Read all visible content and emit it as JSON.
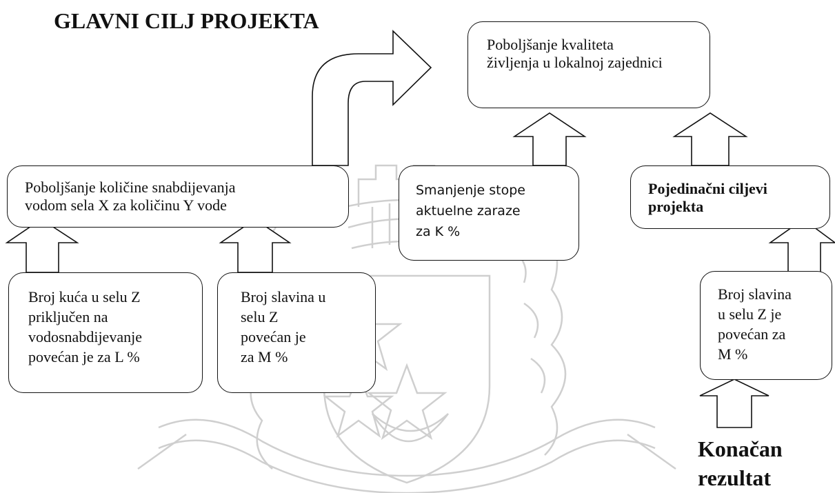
{
  "diagram": {
    "title": "GLAVNI CILJ PROJEKTA",
    "goal_box": {
      "text": "Poboljšanje kvaliteta\nživljenja u lokalnoj zajednici"
    },
    "objective_water_box": {
      "text": "Poboljšanje količine snabdijevanja\nvodom sela X za količinu Y vode"
    },
    "objective_infection_box": {
      "text": "Smanjenje stope\naktuelne zaraze\nza K %"
    },
    "specific_objectives_box": {
      "text": "Pojedinačni ciljevi\nprojekta"
    },
    "indicator_houses_box": {
      "text": "Broj kuća  u selu Z\npriključen na\nvodosnabdijevanje\npovećan je  za L %"
    },
    "indicator_taps_box": {
      "text": "Broj slavina u\nselu Z\npovećan je\nza M %"
    },
    "indicator_taps_right_box": {
      "text": "Broj slavina\nu selu Z je\npovećan za\nM %"
    },
    "final_result_label": "Konačan\nrezultat"
  },
  "colors": {
    "stroke": "#111111",
    "watermark": "#cfcfcf",
    "background": "#ffffff"
  }
}
